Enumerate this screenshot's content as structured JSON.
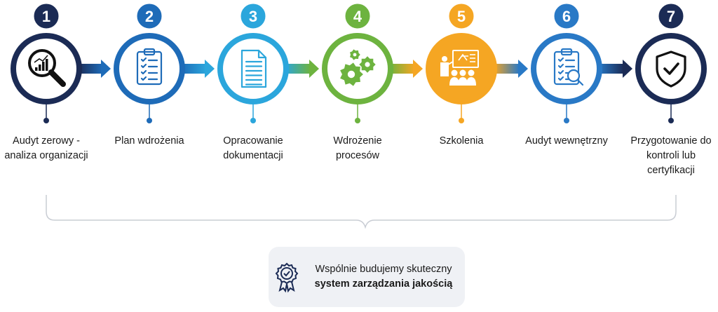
{
  "steps": [
    {
      "number": "1",
      "label_lines": [
        "Audyt zerowy -",
        "analiza organizacji"
      ],
      "color": "#1b2b55",
      "icon": "magnifier-chart-icon"
    },
    {
      "number": "2",
      "label_lines": [
        "Plan wdrożenia"
      ],
      "color": "#1e6bb8",
      "icon": "clipboard-checklist-icon"
    },
    {
      "number": "3",
      "label_lines": [
        "Opracowanie",
        "dokumentacji"
      ],
      "color": "#2ba6dc",
      "icon": "document-icon"
    },
    {
      "number": "4",
      "label_lines": [
        "Wdrożenie",
        "procesów"
      ],
      "color": "#6db33f",
      "icon": "gears-icon"
    },
    {
      "number": "5",
      "label_lines": [
        "Szkolenia"
      ],
      "color": "#f5a623",
      "icon": "training-icon"
    },
    {
      "number": "6",
      "label_lines": [
        "Audyt wewnętrzny"
      ],
      "color": "#2979c6",
      "icon": "clipboard-search-icon"
    },
    {
      "number": "7",
      "label_lines": [
        "Przygotowanie do",
        "kontroli lub",
        "certyfikacji"
      ],
      "color": "#1b2b55",
      "icon": "shield-check-icon"
    }
  ],
  "summary": {
    "line1": "Wspólnie budujemy skuteczny",
    "line2": "system zarządzania jakością",
    "icon": "quality-badge-icon"
  }
}
